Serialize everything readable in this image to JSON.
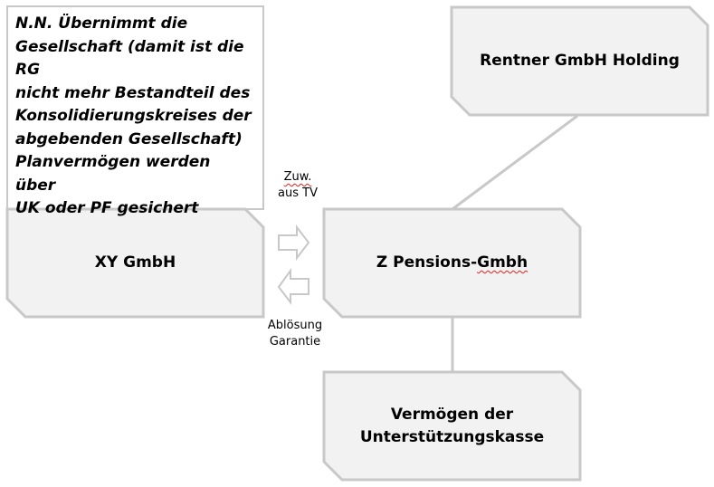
{
  "note": {
    "text": "N.N.  Übernimmt die\nGesellschaft (damit ist die RG\nnicht mehr Bestandteil des\nKonsolidierungskreises der\nabgebenden Gesellschaft)\nPlanvermögen werden über\nUK oder PF gesichert"
  },
  "boxes": {
    "xy": "XY GmbH",
    "rentner": "Rentner GmbH Holding",
    "z_pre": "Z Pensions-",
    "z_wavy": "Gmbh",
    "verm_line1": "Vermögen der",
    "verm_line2": "Unterstützungskasse"
  },
  "arrows": {
    "top_label_line1": "Zuw.",
    "top_label_line2": "aus TV",
    "bottom_label_line1": "Ablösung",
    "bottom_label_line2": "Garantie"
  },
  "colors": {
    "box_fill": "#f2f2f2",
    "box_stroke": "#c8c8c8",
    "spellcheck": "#d22222"
  }
}
